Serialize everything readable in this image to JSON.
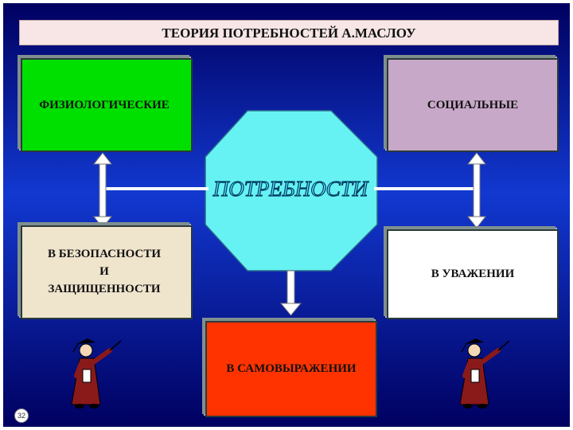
{
  "title": "ТЕОРИЯ ПОТРЕБНОСТЕЙ А.МАСЛОУ",
  "center_label": "ПОТРЕБНОСТИ",
  "boxes": {
    "physiological": "ФИЗИОЛОГИЧЕСКИЕ",
    "social": "СОЦИАЛЬНЫЕ",
    "safety_line1": "В БЕЗОПАСНОСТИ",
    "safety_line2": "И",
    "safety_line3": "ЗАЩИЩЕННОСТИ",
    "respect": "В УВАЖЕНИИ",
    "self_expression": "В САМОВЫРАЖЕНИИ"
  },
  "slide_number": "32",
  "colors": {
    "background_top": "#000066",
    "background_mid": "#1030c8",
    "octagon": "#66f2f2",
    "physiological": "#00e000",
    "social": "#c8a8c8",
    "safety": "#efe4cc",
    "respect": "#ffffff",
    "self_expression": "#ff3300"
  },
  "icons": {
    "professor_left": "professor-figure-icon",
    "professor_right": "professor-figure-icon"
  }
}
